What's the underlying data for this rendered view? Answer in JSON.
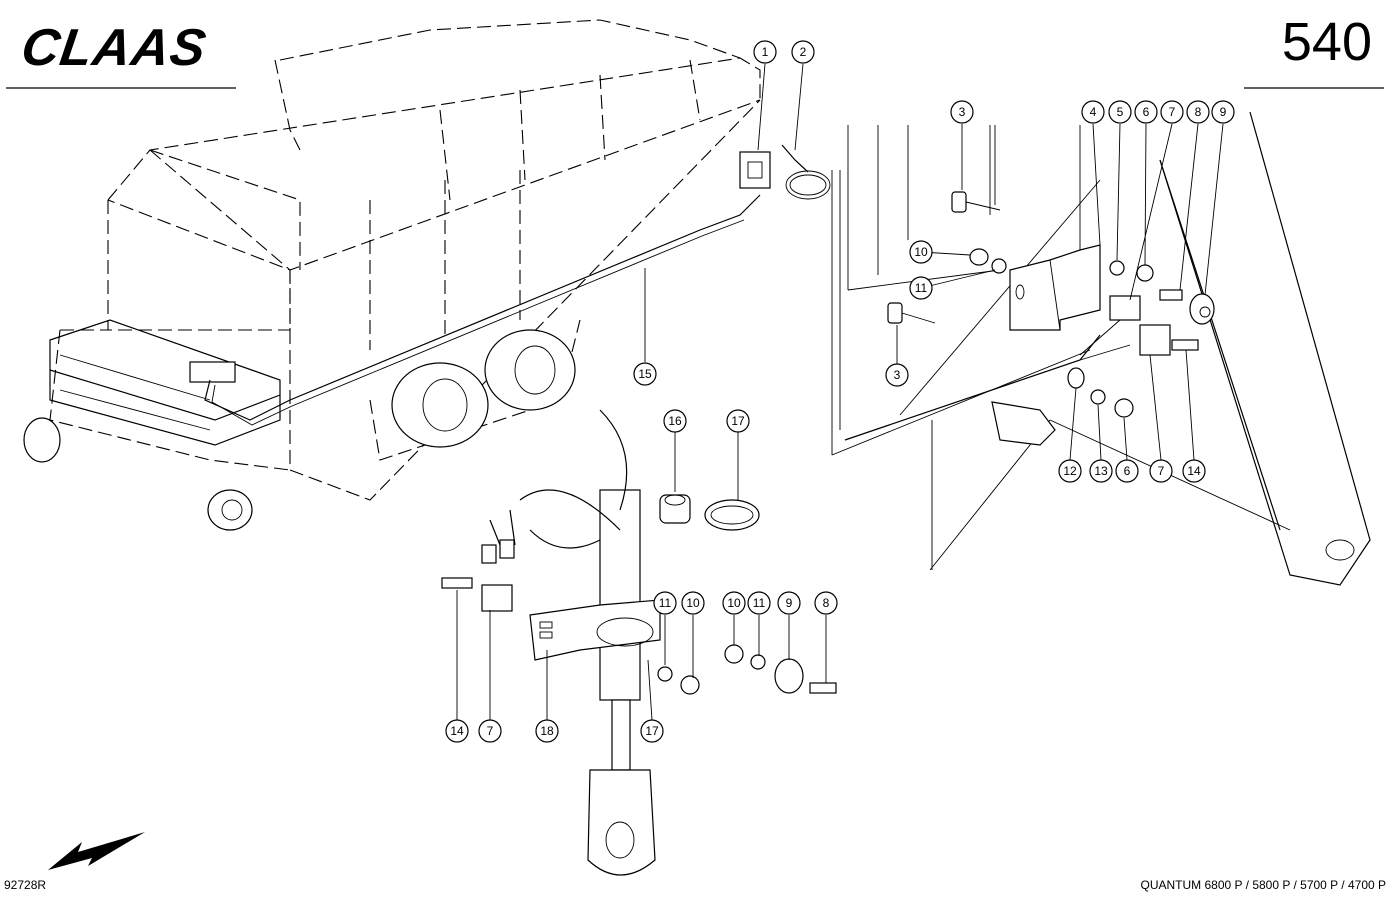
{
  "header": {
    "brand": "CLAAS",
    "page_number": "540"
  },
  "footer": {
    "drawing_id": "92728R",
    "models": "QUANTUM 6800 P / 5800 P / 5700 P / 4700 P"
  },
  "callouts": [
    {
      "label": "1"
    },
    {
      "label": "2"
    },
    {
      "label": "3"
    },
    {
      "label": "4"
    },
    {
      "label": "5"
    },
    {
      "label": "6"
    },
    {
      "label": "7"
    },
    {
      "label": "8"
    },
    {
      "label": "9"
    },
    {
      "label": "10"
    },
    {
      "label": "11"
    },
    {
      "label": "3"
    },
    {
      "label": "15"
    },
    {
      "label": "16"
    },
    {
      "label": "17"
    },
    {
      "label": "12"
    },
    {
      "label": "13"
    },
    {
      "label": "6"
    },
    {
      "label": "7"
    },
    {
      "label": "14"
    },
    {
      "label": "11"
    },
    {
      "label": "10"
    },
    {
      "label": "10"
    },
    {
      "label": "11"
    },
    {
      "label": "9"
    },
    {
      "label": "8"
    },
    {
      "label": "14"
    },
    {
      "label": "7"
    },
    {
      "label": "18"
    },
    {
      "label": "17"
    }
  ],
  "icons": {
    "direction_arrow": "direction-arrow-icon"
  }
}
